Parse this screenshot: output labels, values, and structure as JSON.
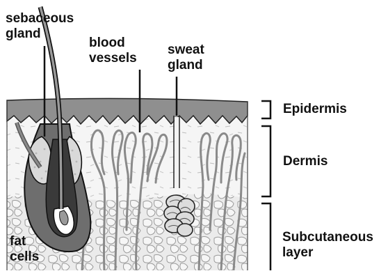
{
  "labels": {
    "sebaceous_gland": [
      "sebaceous",
      "gland"
    ],
    "blood_vessels": [
      "blood",
      "vessels"
    ],
    "sweat_gland": [
      "sweat",
      "gland"
    ],
    "fat_cells": [
      "fat",
      "cells"
    ],
    "epidermis": "Epidermis",
    "dermis": "Dermis",
    "subcutaneous_layer": [
      "Subcutaneous",
      "layer"
    ]
  },
  "colors": {
    "epidermis_fill": "#8f8f8f",
    "dermis_fill": "#f4f4f4",
    "subcutaneous_fill": "#e9e9e9",
    "outline": "#111111",
    "vessel": "#8a8a8a"
  }
}
